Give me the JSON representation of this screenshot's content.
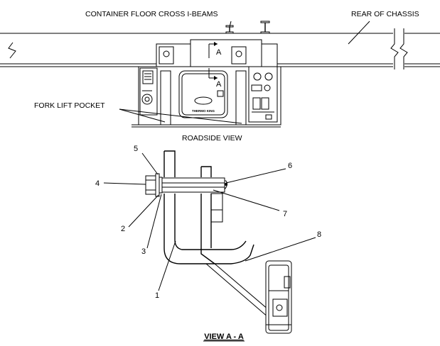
{
  "labels": {
    "container_floor": "CONTAINER FLOOR CROSS I-BEAMS",
    "rear_chassis": "REAR OF CHASSIS",
    "fork_lift": "FORK LIFT POCKET",
    "roadside_view": "ROADSIDE VIEW",
    "view_aa": "VIEW A - A",
    "section_top": "A",
    "section_bottom": "A"
  },
  "unit_brand": "THERMO KING",
  "callouts": [
    "1",
    "2",
    "3",
    "4",
    "5",
    "6",
    "7",
    "8"
  ]
}
